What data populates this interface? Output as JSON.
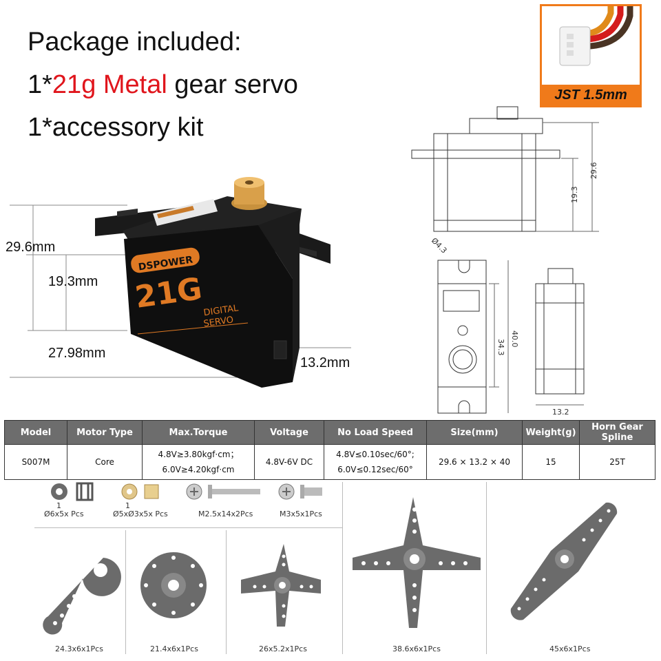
{
  "package": {
    "heading": "Package included:",
    "line1_prefix": "1*",
    "line1_highlight": "21g Metal",
    "line1_suffix": " gear servo",
    "line2": "1*accessory kit"
  },
  "connector": {
    "label": "JST 1.5mm"
  },
  "photo_dimensions": {
    "height_total": "29.6mm",
    "height_body": "19.3mm",
    "length": "27.98mm",
    "width": "13.2mm"
  },
  "servo_labels": {
    "brand": "DSPOWER",
    "weight_mark": "21G",
    "type_line1": "DIGITAL",
    "type_line2": "SERVO"
  },
  "drawing_dimensions": {
    "top_height_total": "29.6",
    "top_height_body": "19.3",
    "hole_diameter": "Ø4.3",
    "front_height_inner": "34.3",
    "front_height_total": "40.0",
    "side_width": "13.2"
  },
  "spec_table": {
    "headers": [
      "Model",
      "Motor Type",
      "Max.Torque",
      "Voltage",
      "No Load Speed",
      "Size(mm)",
      "Weight(g)",
      "Horn Gear Spline"
    ],
    "row": {
      "model": "S007M",
      "motor": "Core",
      "torque1": "4.8V≥3.80kgf·cm；",
      "torque2": "6.0V≥4.20kgf·cm",
      "voltage": "4.8V-6V DC",
      "speed1": "4.8V≤0.10sec/60°;",
      "speed2": "6.0V≤0.12sec/60°",
      "size": "29.6 × 13.2 × 40",
      "weight": "15",
      "spline": "25T"
    }
  },
  "accessories": {
    "item1_label": "Ø6x5x  Pcs",
    "item1_qty": "1",
    "item2_label": "Ø5xØ3x5x  Pcs",
    "item2_qty": "1",
    "item3_label": "M2.5x14x2Pcs",
    "item4_label": "M3x5x1Pcs"
  },
  "horns": {
    "h1": "24.3x6x1Pcs",
    "h2": "21.4x6x1Pcs",
    "h3": "26x5.2x1Pcs",
    "h4": "38.6x6x1Pcs",
    "h5": "45x6x1Pcs"
  },
  "colors": {
    "accent_red": "#e0151c",
    "accent_orange": "#f07a1a",
    "table_header": "#6d6d6d",
    "horn_gray": "#6b6b6b"
  }
}
